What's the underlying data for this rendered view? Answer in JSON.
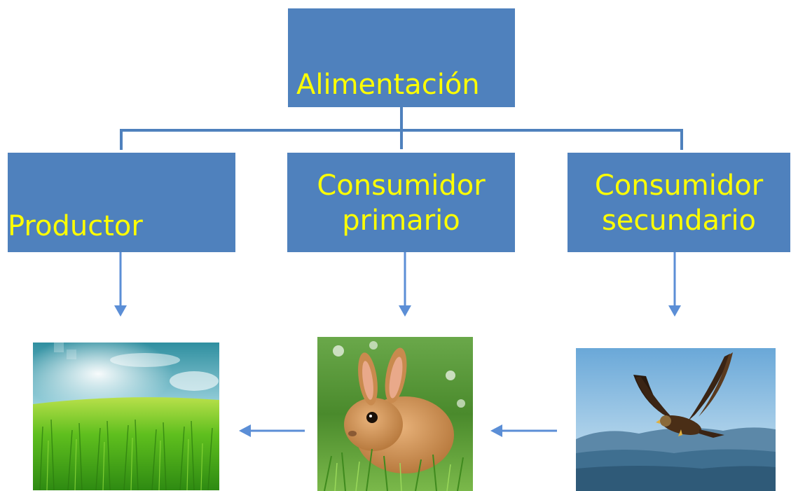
{
  "diagram": {
    "root": {
      "label": "Alimentación"
    },
    "nodes": [
      {
        "id": "productor",
        "lines": [
          "Productor"
        ]
      },
      {
        "id": "consumidor-primario",
        "lines": [
          "Consumidor",
          "primario"
        ]
      },
      {
        "id": "consumidor-secundario",
        "lines": [
          "Consumidor",
          "secundario"
        ]
      }
    ],
    "colors": {
      "box": "#4f81bd",
      "text": "#ffff00",
      "connector": "#4f81bd",
      "arrow": "#5b8ed6"
    },
    "images": [
      {
        "depicts": "grass",
        "icon": "grass-field-image"
      },
      {
        "depicts": "rabbit",
        "icon": "rabbit-image"
      },
      {
        "depicts": "eagle",
        "icon": "eagle-image"
      }
    ]
  }
}
